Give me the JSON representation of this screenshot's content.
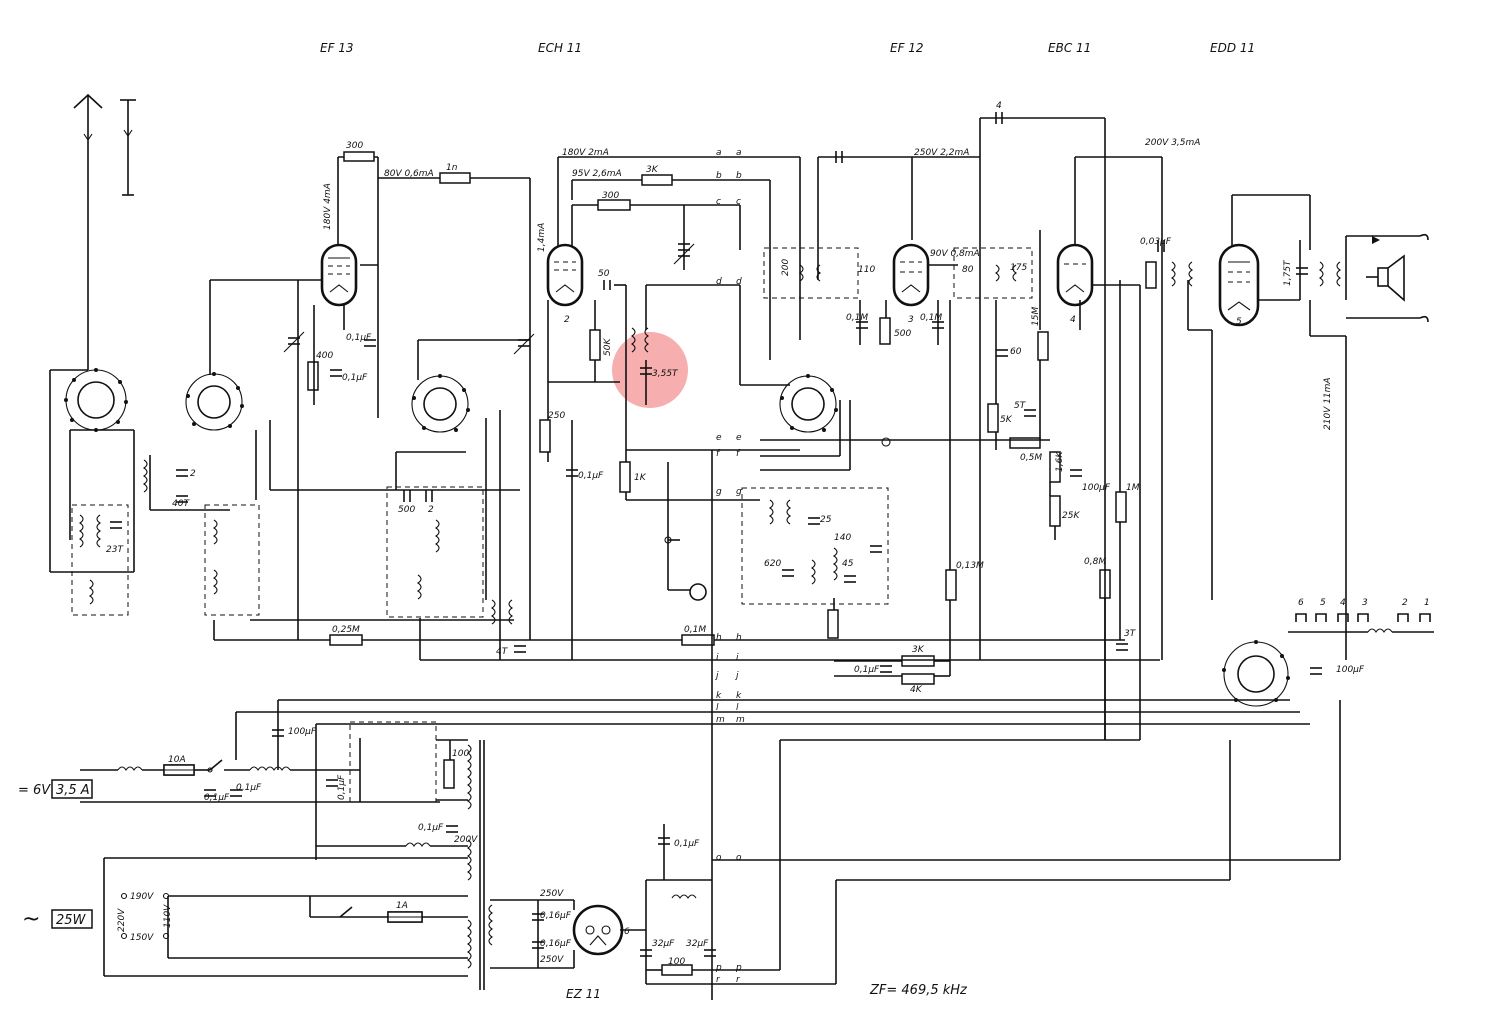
{
  "tubes": [
    {
      "id": "ef13",
      "label": "EF 13"
    },
    {
      "id": "ech11",
      "label": "ECH 11"
    },
    {
      "id": "ef12",
      "label": "EF 12"
    },
    {
      "id": "ebc11",
      "label": "EBC 11"
    },
    {
      "id": "edd11",
      "label": "EDD 11"
    },
    {
      "id": "ez11",
      "label": "EZ 11"
    }
  ],
  "tube_numbers": [
    "2",
    "3",
    "4",
    "5",
    "6"
  ],
  "supply": {
    "dc_voltage": "= 6V",
    "dc_current": "3,5 A",
    "ac_symbol": "~",
    "ac_power": "25W",
    "fuse_main": "10A",
    "fuse_ac": "1A",
    "taps": [
      "190V",
      "220V",
      "150V",
      "110V"
    ],
    "rectifier_voltages": [
      "250V",
      "250V",
      "200V"
    ]
  },
  "operating_points": [
    "180V 4mA",
    "80V 0,6mA",
    "180V 2mA",
    "95V 2,6mA",
    "1,4mA",
    "250V 2,2mA",
    "90V 0,8mA",
    "200V 3,5mA",
    "210V 11mA"
  ],
  "components": {
    "resistors": [
      "300",
      "1n",
      "3K",
      "300",
      "50K",
      "1K",
      "250",
      "400",
      "0,25M",
      "0,1M",
      "500",
      "0,1M",
      "0,1M",
      "15M",
      "5K",
      "0,5M",
      "1,6K",
      "25K",
      "0,13M",
      "1M",
      "0,8M",
      "3K",
      "4K",
      "100",
      "100"
    ],
    "capacitors": [
      "50",
      "4",
      "110",
      "200",
      "80",
      "175",
      "60",
      "5T",
      "25",
      "140",
      "45",
      "620",
      "0,1µF",
      "0,1µF",
      "0,1µF",
      "0,03µF",
      "100µF",
      "100µF",
      "100µF",
      "0,1µF",
      "0,1µF",
      "0,16µF",
      "0,16µF",
      "32µF",
      "32µF",
      "2",
      "40T",
      "23T",
      "3,55T",
      "4T",
      "3T",
      "1,75T",
      "500",
      "2"
    ]
  },
  "bus_letters": [
    "a",
    "b",
    "c",
    "d",
    "e",
    "f",
    "g",
    "h",
    "i",
    "j",
    "k",
    "l",
    "m",
    "o",
    "p",
    "r"
  ],
  "switch_positions": [
    "6",
    "5",
    "4",
    "3",
    "2",
    "1"
  ],
  "annotation": "ZF= 469,5 kHz",
  "highlight_color": "#f4a0a0"
}
